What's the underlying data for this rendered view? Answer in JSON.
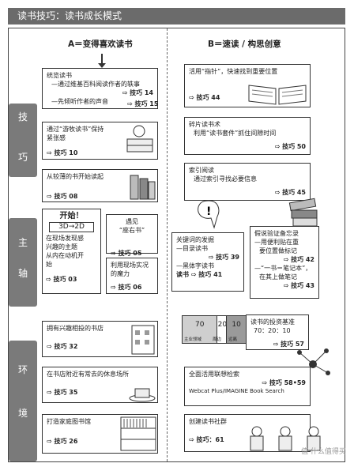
{
  "header": {
    "title": "读书技巧：读书成长模式"
  },
  "columns": {
    "left_title": "A＝变得喜欢读书",
    "right_title": "B＝速读 / 构思创意"
  },
  "sidebar": {
    "skills": [
      "技",
      "巧"
    ],
    "axis": [
      "主",
      "轴"
    ],
    "environment": [
      "环",
      "境"
    ]
  },
  "left": {
    "box1": {
      "lines": [
        "统览读书",
        "—通过维基百科阅读作者的轶事",
        "—先倾听作者的声音"
      ],
      "tips": [
        "技巧 14",
        "技巧 15"
      ]
    },
    "box2": {
      "lines": [
        "通过“游牧读书”保持",
        "紧张感"
      ],
      "tip": "技巧 10"
    },
    "box3": {
      "lines": [
        "从较薄的书开始读起"
      ],
      "tip": "技巧 08"
    },
    "box4": {
      "title": "开始！",
      "tag": "3D→2D",
      "lines": [
        "在现场发现感",
        "兴趣的主题",
        "从内在动机开",
        "始"
      ],
      "tip": "技巧 03"
    },
    "box5": {
      "lines": [
        "遇见",
        "“座右书”"
      ],
      "tip": "技巧 05"
    },
    "box6": {
      "lines": [
        "利用现场实况",
        "的魔力"
      ],
      "tip": "技巧 06"
    },
    "box7": {
      "lines": [
        "拥有兴趣相投的书店"
      ],
      "tip": "技巧 32"
    },
    "box8": {
      "lines": [
        "在书店附近有常去的休息场所"
      ],
      "tip": "技巧 35"
    },
    "box9": {
      "lines": [
        "打造家庭图书馆"
      ],
      "tip": "技巧 26"
    }
  },
  "right": {
    "box1": {
      "lines": [
        "活用“指针”，快速找到重要位置"
      ],
      "tip": "技巧 44"
    },
    "box2": {
      "lines": [
        "碎片读书术",
        "利用“读书套件”抓住间隙时间"
      ],
      "tip": "技巧 50"
    },
    "box3": {
      "lines": [
        "索引阅读",
        "通过索引寻找必要信息"
      ],
      "tip": "技巧 45"
    },
    "box4": {
      "lines": [
        "关键词的发掘",
        "—目录读书"
      ],
      "tip1": "技巧 39",
      "lines2": [
        "—黑体字读书"
      ],
      "prefix": "读书",
      "tip2": "技巧 41"
    },
    "box5": {
      "lines": [
        "假说验证备忘录",
        "—用便利贴在重",
        "要位置做标记"
      ],
      "tip1": "技巧 42",
      "lines2": [
        "—“一书＝笔记本”，",
        "在其上做笔记"
      ],
      "tip2": "技巧 43"
    },
    "box6": {
      "lines": [
        "读书的投资基准",
        "70：20：10"
      ],
      "tip": "技巧 57"
    },
    "ratio": {
      "values": [
        "70",
        "20",
        "10"
      ],
      "labels": [
        "主业领域",
        "周边",
        "远离"
      ]
    },
    "box7": {
      "lines": [
        "全面活用联想检索"
      ],
      "tip": "技巧 58•59",
      "extra": "Webcat Plus/IMAGINE Book Search"
    },
    "box8": {
      "lines": [
        "创建读书社群"
      ],
      "tip": "技巧：61"
    }
  },
  "watermark": "值 什么值得买"
}
